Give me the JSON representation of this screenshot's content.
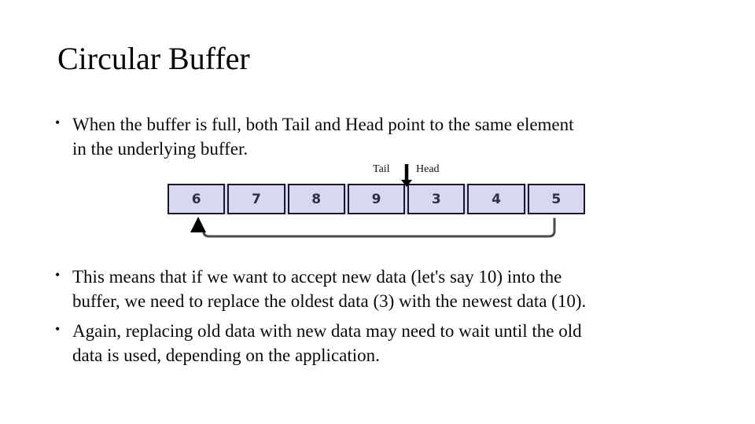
{
  "slide": {
    "title": "Circular Buffer",
    "bullets": [
      "When the buffer is full, both Tail and Head point to the same element\nin the underlying buffer.",
      "This means that if we want to accept new data (let's say 10) into the\nbuffer, we need to replace the oldest data (3) with the newest data (10).",
      "Again, replacing old data with new data may need to wait until the old\ndata is used, depending on the application."
    ],
    "bullet_marker": "•"
  },
  "diagram": {
    "tail_label": "Tail",
    "head_label": "Head",
    "cells": [
      "6",
      "7",
      "8",
      "9",
      "3",
      "4",
      "5"
    ],
    "colors": {
      "cell_fill": "#d8d8f0",
      "cell_border": "#17172f",
      "digit": "#2e2e48",
      "pointer_arrow": "#000000",
      "wrap_line": "#4a4a4a"
    }
  }
}
